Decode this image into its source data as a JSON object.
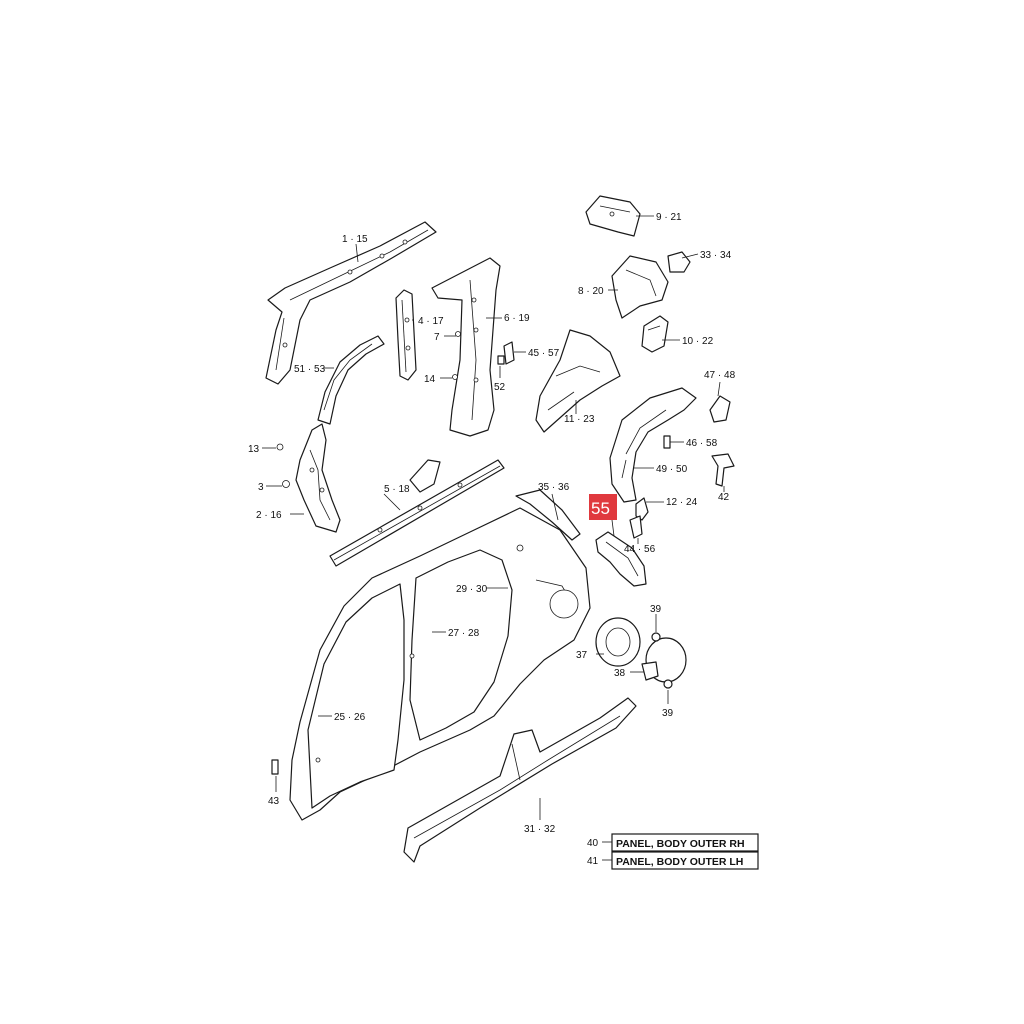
{
  "callouts": {
    "c_9_21": "9 · 21",
    "c_33_34": "33 · 34",
    "c_1_15": "1 · 15",
    "c_8_20": "8 · 20",
    "c_6_19": "6 · 19",
    "c_4_17": "4 · 17",
    "c_10_22": "10 · 22",
    "c_7": "7",
    "c_45_57": "45 · 57",
    "c_51_53": "51 · 53",
    "c_47_48": "47 · 48",
    "c_14": "14",
    "c_52": "52",
    "c_11_23": "11 · 23",
    "c_13": "13",
    "c_46_58": "46 · 58",
    "c_49_50": "49 · 50",
    "c_3": "3",
    "c_5_18": "5 · 18",
    "c_35_36": "35 · 36",
    "c_42": "42",
    "c_12_24": "12 · 24",
    "c_2_16": "2 · 16",
    "c_44_56": "44 · 56",
    "c_29_30": "29 · 30",
    "c_39_top": "39",
    "c_27_28": "27 · 28",
    "c_37": "37",
    "c_38": "38",
    "c_39_bottom": "39",
    "c_25_26": "25 · 26",
    "c_43": "43",
    "c_31_32": "31 · 32"
  },
  "highlight": {
    "label": "55",
    "color": "#e0393e"
  },
  "legend": [
    {
      "number": "40",
      "text": "PANEL, BODY OUTER RH"
    },
    {
      "number": "41",
      "text": "PANEL, BODY OUTER LH"
    }
  ]
}
